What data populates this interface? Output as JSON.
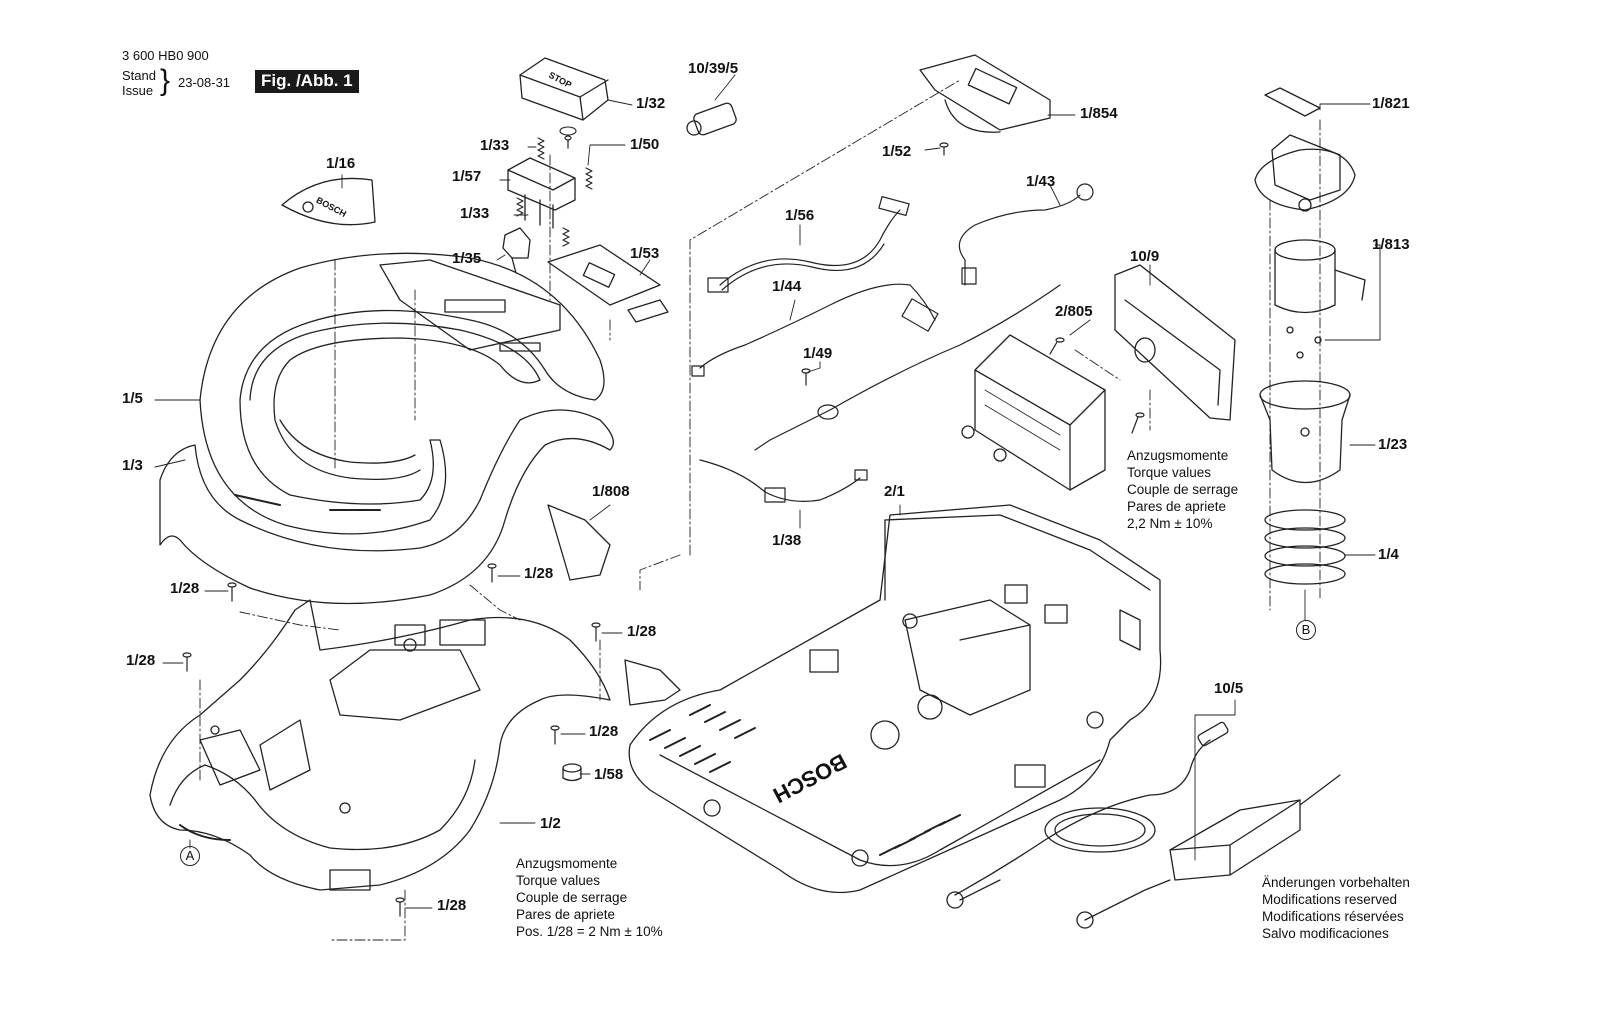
{
  "header": {
    "part_number": "3 600 HB0 900",
    "stand": "Stand",
    "issue": "Issue",
    "date": "23-08-31",
    "figure": "Fig. /Abb. 1"
  },
  "labels": {
    "l_1_16": "1/16",
    "l_1_5": "1/5",
    "l_1_3": "1/3",
    "l_1_28_a": "1/28",
    "l_1_28_b": "1/28",
    "l_1_28_c": "1/28",
    "l_1_28_d": "1/28",
    "l_1_28_e": "1/28",
    "l_1_28_f": "1/28",
    "l_1_2": "1/2",
    "l_1_58": "1/58",
    "l_1_32": "1/32",
    "l_1_33_a": "1/33",
    "l_1_33_b": "1/33",
    "l_1_50": "1/50",
    "l_1_57": "1/57",
    "l_1_35": "1/35",
    "l_1_53": "1/53",
    "l_1_808": "1/808",
    "l_10_39_5": "10/39/5",
    "l_1_854": "1/854",
    "l_1_52": "1/52",
    "l_1_56": "1/56",
    "l_1_43": "1/43",
    "l_1_44": "1/44",
    "l_1_49": "1/49",
    "l_1_38": "1/38",
    "l_10_9": "10/9",
    "l_2_805": "2/805",
    "l_2_1": "2/1",
    "l_10_5": "10/5",
    "l_1_821": "1/821",
    "l_1_813": "1/813",
    "l_1_23": "1/23",
    "l_1_4": "1/4"
  },
  "markers": {
    "a": "A",
    "b": "B"
  },
  "torque_note_right": {
    "line1": "Anzugsmomente",
    "line2": "Torque values",
    "line3": "Couple de serrage",
    "line4": "Pares de apriete",
    "line5": "2,2 Nm  ± 10%"
  },
  "torque_note_bottom": {
    "line1": "Anzugsmomente",
    "line2": "Torque values",
    "line3": "Couple de serrage",
    "line4": "Pares de apriete",
    "line5": "Pos.    1/28 = 2 Nm  ± 10%"
  },
  "modifications_note": {
    "line1": "Änderungen vorbehalten",
    "line2": "Modifications reserved",
    "line3": "Modifications réservées",
    "line4": "Salvo modificaciones"
  },
  "part_text": {
    "logo": "BOSCH",
    "stop": "STOP",
    "base_brand": "BOSCH"
  }
}
